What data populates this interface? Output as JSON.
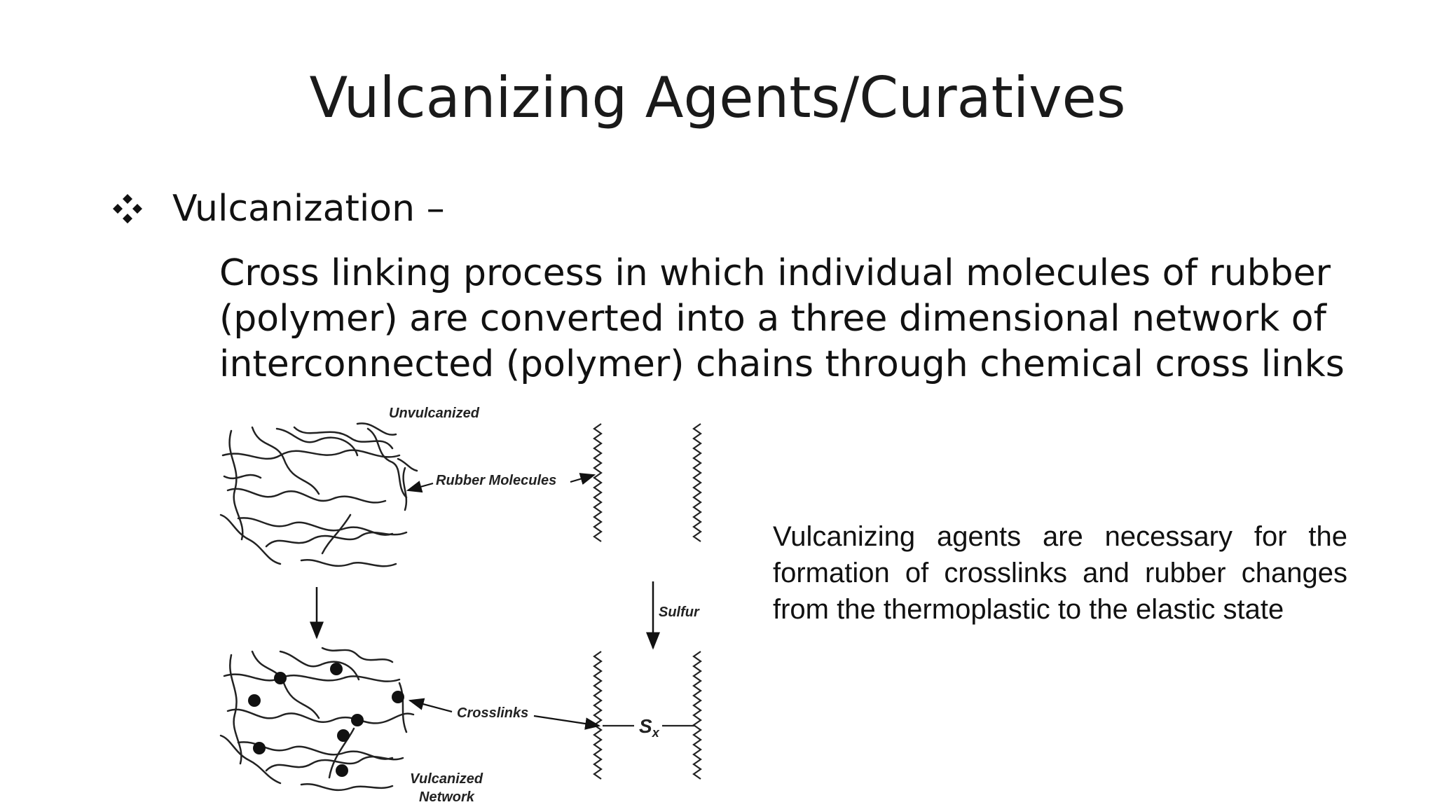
{
  "slide": {
    "title": "Vulcanizing Agents/Curatives",
    "bullet": {
      "icon": "four-diamond-bullet-icon",
      "heading": "Vulcanization –"
    },
    "definition_lines": [
      "Cross linking process in which individual molecules of rubber",
      "(polymer) are converted into a three dimensional network of",
      "interconnected (polymer) chains through chemical cross links"
    ],
    "side_note": "Vulcanizing agents are necessary for the formation of crosslinks and rubber changes from the thermoplastic to the elastic state"
  },
  "diagram": {
    "label_unvulcanized": "Unvulcanized",
    "label_rubber_molecules": "Rubber Molecules",
    "label_sulfur": "Sulfur",
    "label_crosslinks": "Crosslinks",
    "label_sx_main": "S",
    "label_sx_sub": "x",
    "label_vulcanized": "Vulcanized",
    "label_network": "Network"
  }
}
